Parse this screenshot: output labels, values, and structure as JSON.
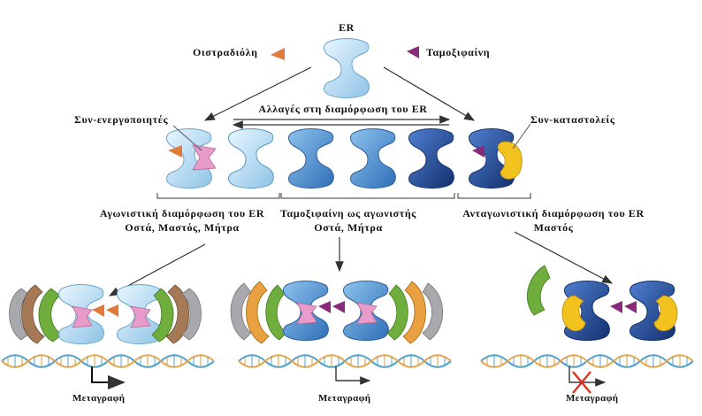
{
  "labels": {
    "er": "ER",
    "estradiol": "Οιστραδιόλη",
    "tamoxifen": "Ταμοξιφαίνη",
    "conformation_changes": "Αλλαγές στη διαμόρφωση του ER",
    "coactivators": "Συν-ενεργοποιητές",
    "corepressors": "Συν-καταστολείς",
    "agonist_title": "Αγωνιστική διαμόρφωση του ER",
    "agonist_tissues": "Οστά, Μαστός, Μήτρα",
    "tamox_title": "Ταμοξιφαίνη ως αγωνιστής",
    "tamox_tissues": "Οστά, Μήτρα",
    "antagonist_title": "Ανταγωνιστική διαμόρφωση του ER",
    "antagonist_tissues": "Μαστός",
    "transcription": "Μεταγραφή"
  },
  "colors": {
    "er_light": "#bfe3f7",
    "er_mid": "#4f98d8",
    "er_dark": "#1f4fa0",
    "pink": "#e89ac8",
    "estradiol": "#e07a3a",
    "tamoxifen": "#8a2a7a",
    "yellow": "#f2c21f",
    "green": "#6fae3c",
    "orange": "#e8a040",
    "brown": "#a57856",
    "gray": "#a9a9ad",
    "dna_blue": "#4aa0d0",
    "dna_orange": "#e8a54a",
    "block_red": "#e03020"
  }
}
